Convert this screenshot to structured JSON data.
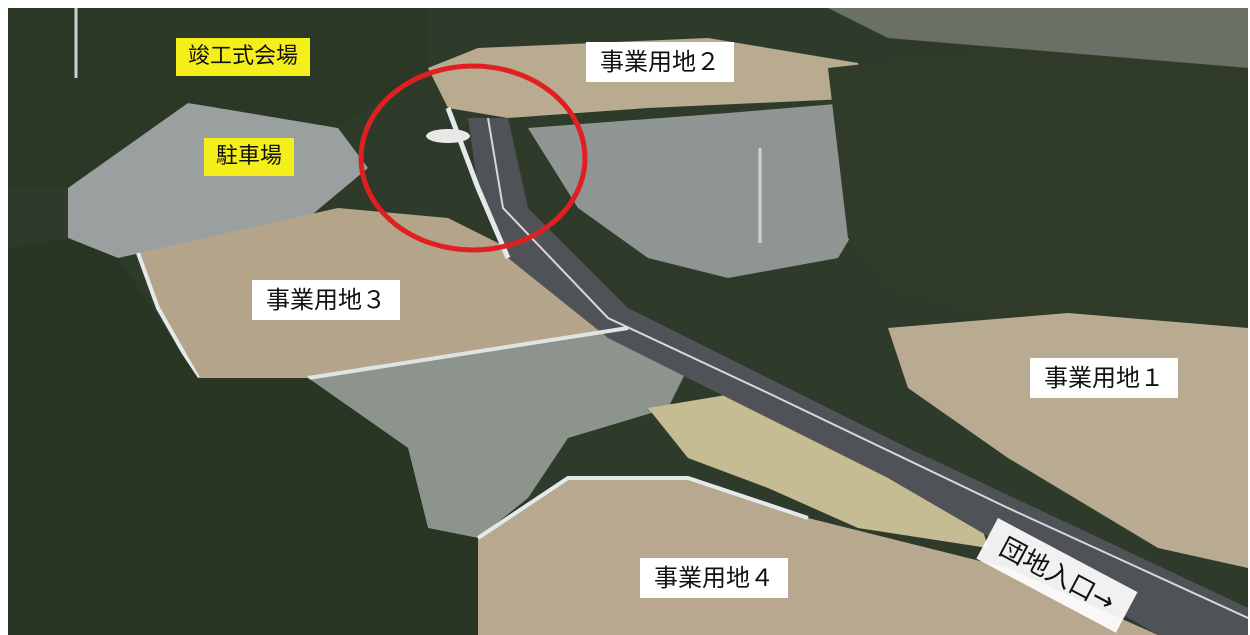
{
  "labels": {
    "ceremony_venue": "竣工式会場",
    "parking": "駐車場",
    "lot_1": "事業用地１",
    "lot_2": "事業用地２",
    "lot_3": "事業用地３",
    "lot_4": "事業用地４",
    "entrance": "団地入口→"
  },
  "colors": {
    "callout_yellow": "#f4ef1a",
    "highlight_circle": "#e02020",
    "label_white": "#ffffff"
  }
}
